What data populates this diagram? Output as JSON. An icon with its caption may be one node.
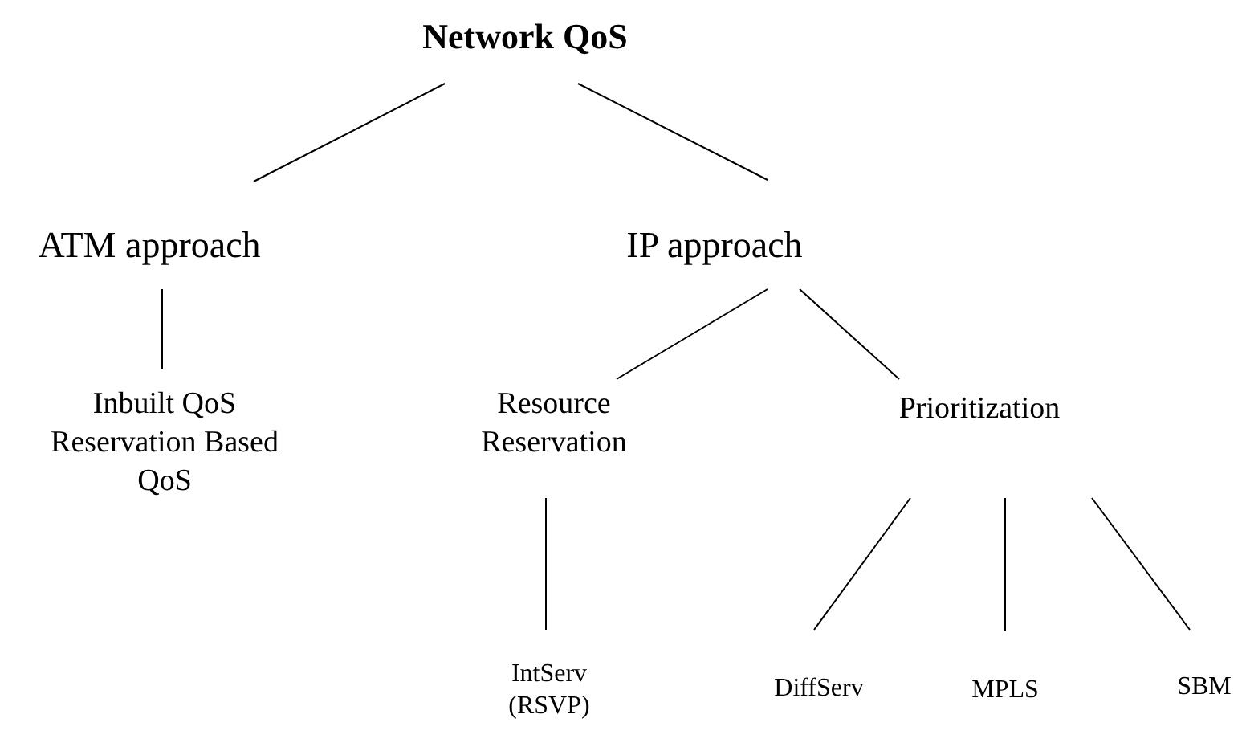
{
  "diagram": {
    "nodes": [
      {
        "text": [
          "Network QoS"
        ]
      },
      {
        "text": [
          "ATM approach"
        ]
      },
      {
        "text": [
          "IP approach"
        ]
      },
      {
        "text": [
          "Inbuilt QoS Reservation Based QoS"
        ]
      },
      {
        "text": [
          "Resource Reservation"
        ]
      },
      {
        "text": [
          "Prioritization"
        ]
      },
      {
        "text": [
          "IntServ (RSVP)"
        ]
      },
      {
        "text": [
          "DiffServ"
        ]
      },
      {
        "text": [
          "MPLS"
        ]
      },
      {
        "text": [
          "SBM"
        ]
      }
    ],
    "edges": [
      {
        "from": 0,
        "to": 1,
        "arrow": "none"
      },
      {
        "from": 0,
        "to": 2,
        "arrow": "none"
      },
      {
        "from": 1,
        "to": 3,
        "arrow": "none"
      },
      {
        "from": 2,
        "to": 4,
        "arrow": "none"
      },
      {
        "from": 2,
        "to": 5,
        "arrow": "none"
      },
      {
        "from": 4,
        "to": 6,
        "arrow": "none"
      },
      {
        "from": 5,
        "to": 7,
        "arrow": "none"
      },
      {
        "from": 5,
        "to": 8,
        "arrow": "none"
      },
      {
        "from": 5,
        "to": 9,
        "arrow": "none"
      }
    ]
  }
}
